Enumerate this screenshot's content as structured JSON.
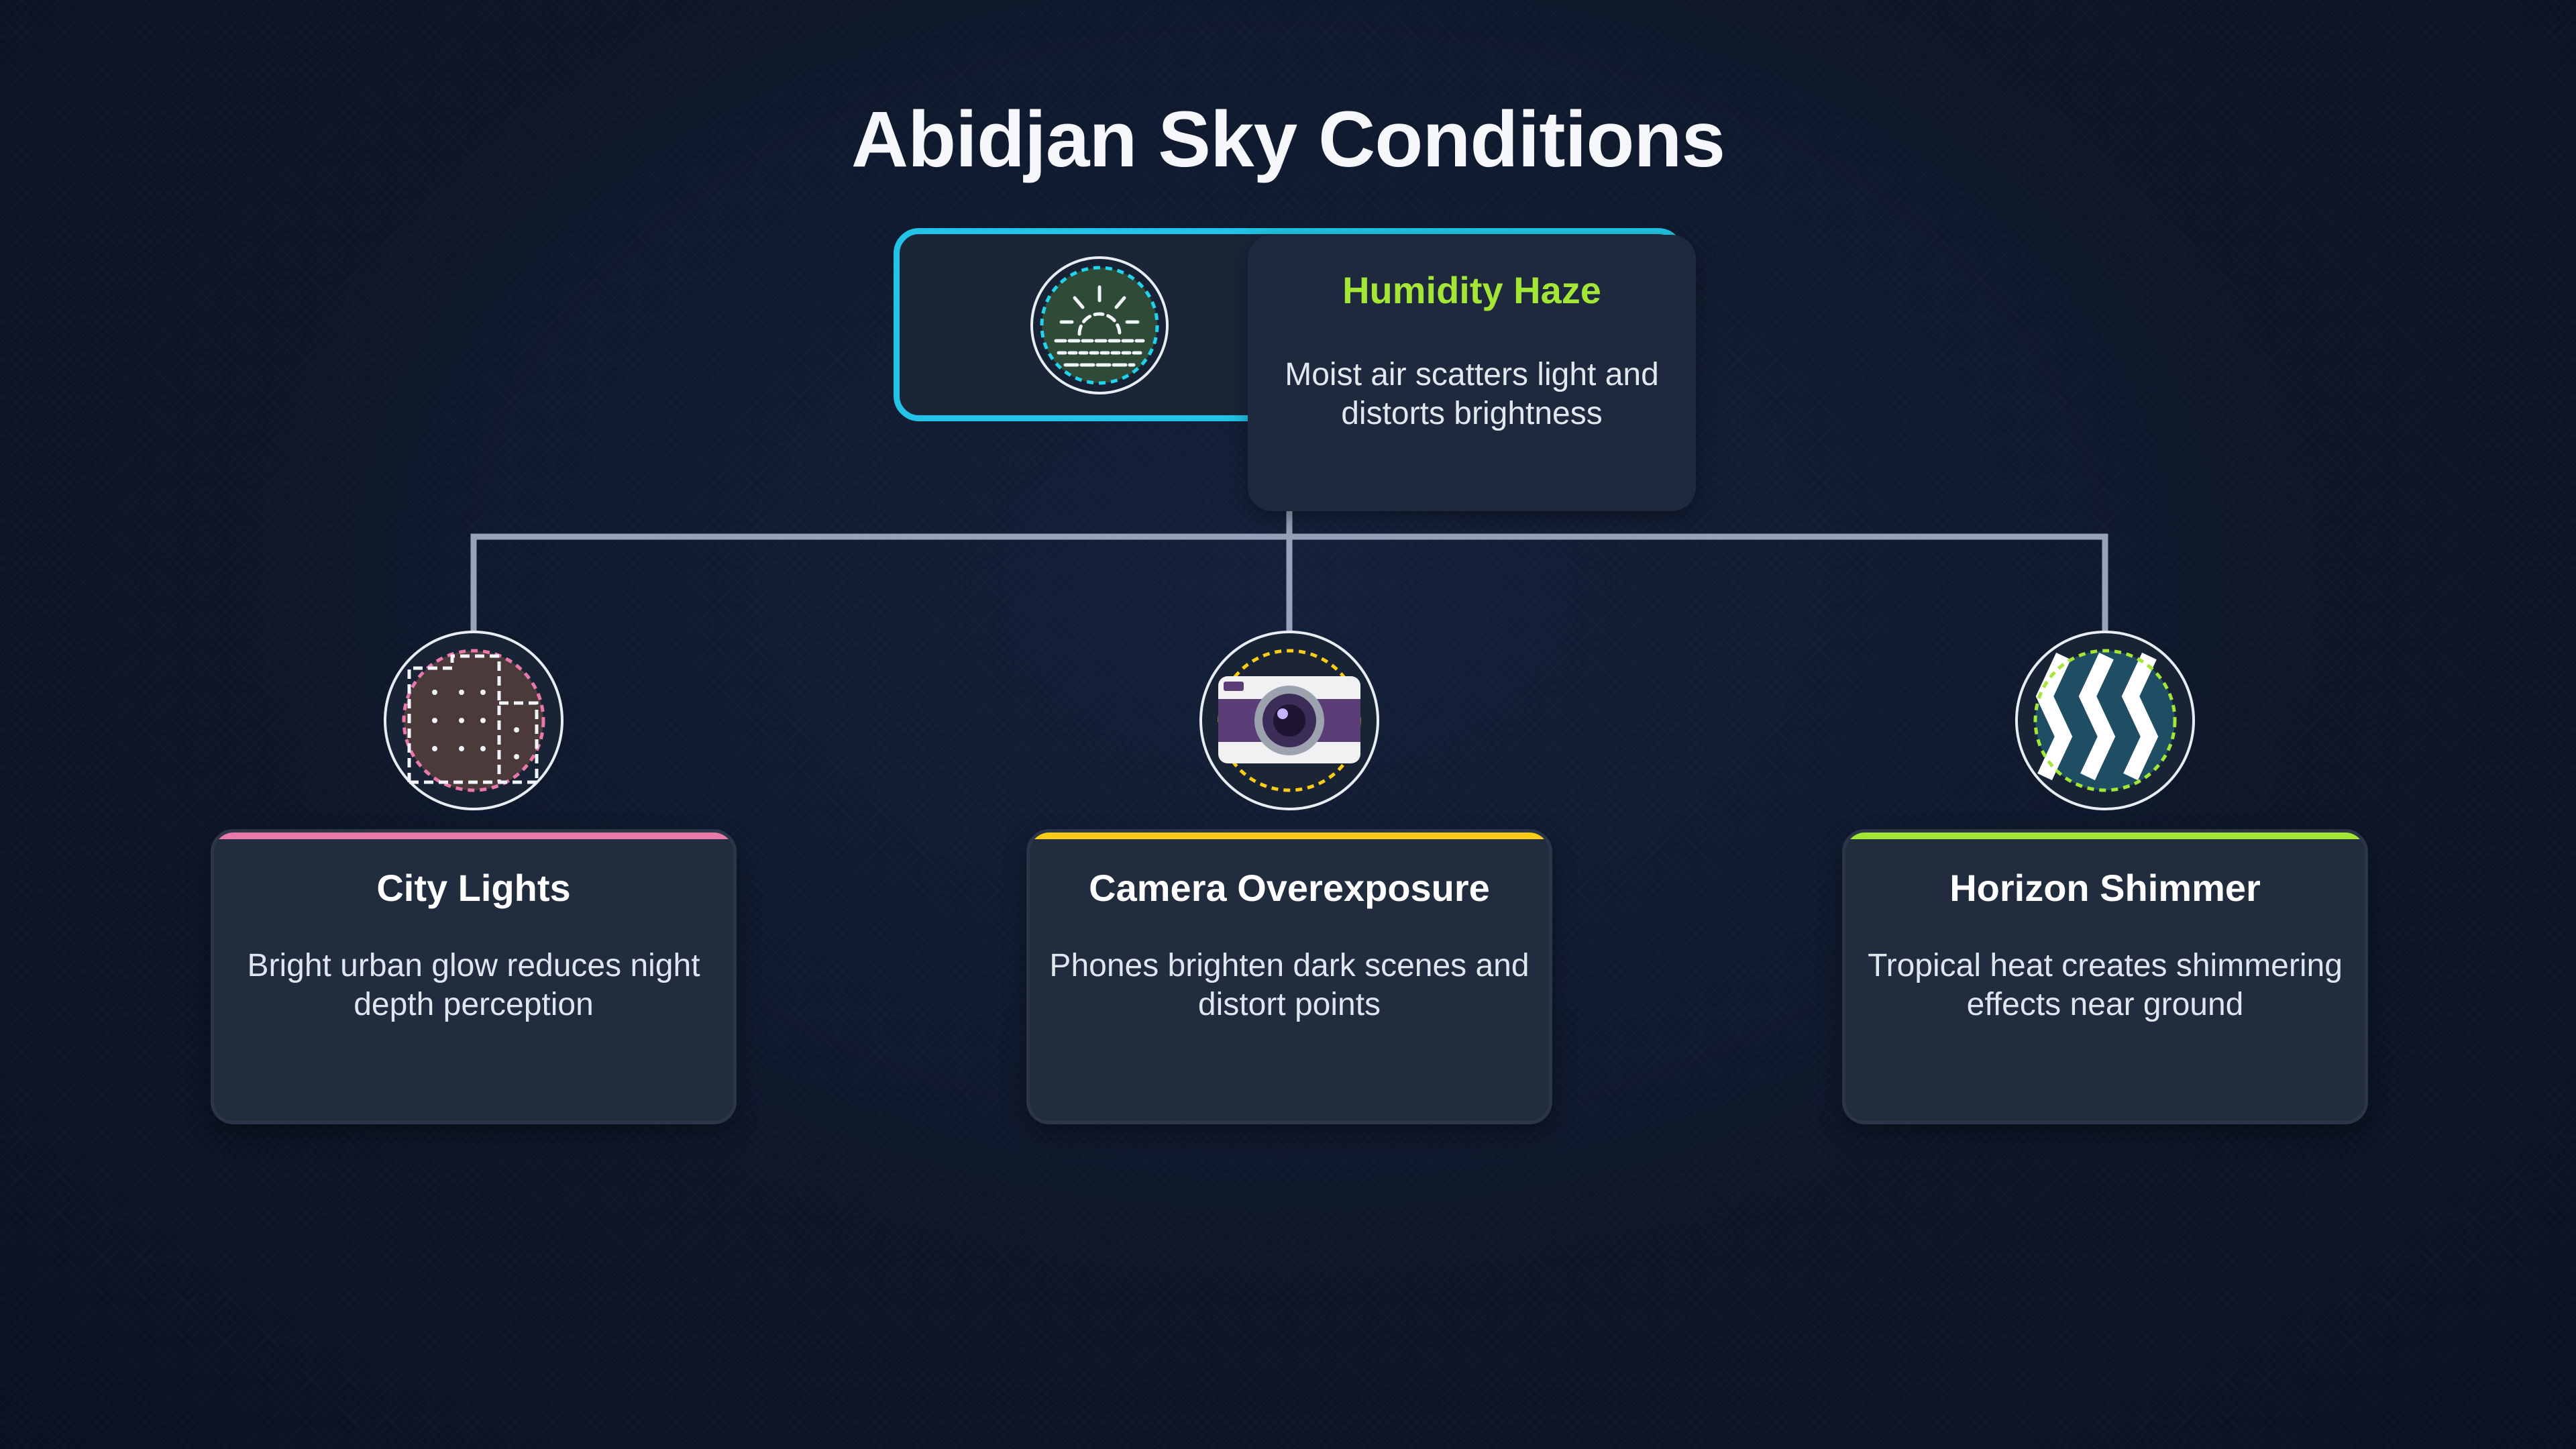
{
  "title": "Abidjan Sky Conditions",
  "root": {
    "title": "Humidity Haze",
    "description": "Moist air scatters light and distorts brightness",
    "icon": "sun-haze-icon",
    "accent_color": "#22c3e6",
    "title_color": "#a3e635"
  },
  "children": [
    {
      "title": "City Lights",
      "description": "Bright urban glow reduces night depth perception",
      "icon": "city-buildings-icon",
      "accent_color": "#e879a9"
    },
    {
      "title": "Camera Overexposure",
      "description": "Phones brighten dark scenes and distort points",
      "icon": "camera-icon",
      "accent_color": "#facc15"
    },
    {
      "title": "Horizon Shimmer",
      "description": "Tropical heat creates shimmering effects near ground",
      "icon": "heat-shimmer-icon",
      "accent_color": "#a3e635"
    }
  ]
}
